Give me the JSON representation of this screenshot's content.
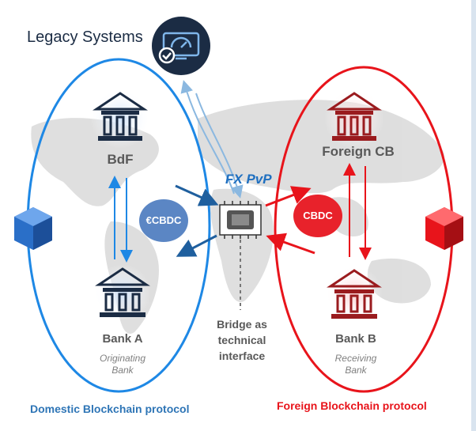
{
  "legacy": {
    "label": "Legacy Systems",
    "icon": "dashboard-monitor-icon"
  },
  "domestic": {
    "central_bank": "BdF",
    "currency_badge": "€CBDC",
    "bank": "Bank A",
    "bank_role_line1": "Originating",
    "bank_role_line2": "Bank",
    "protocol": "Domestic Blockchain protocol",
    "color": "#1e88e5",
    "text_color": "#2e75b6"
  },
  "foreign": {
    "central_bank": "Foreign CB",
    "currency_badge": "CBDC",
    "bank": "Bank B",
    "bank_role_line1": "Receiving",
    "bank_role_line2": "Bank",
    "protocol": "Foreign Blockchain protocol",
    "color": "#e8141b",
    "text_color": "#e8141b"
  },
  "bridge": {
    "title": "FX PvP",
    "caption_line1": "Bridge as",
    "caption_line2": "technical",
    "caption_line3": "interface",
    "icon": "chip-icon"
  }
}
